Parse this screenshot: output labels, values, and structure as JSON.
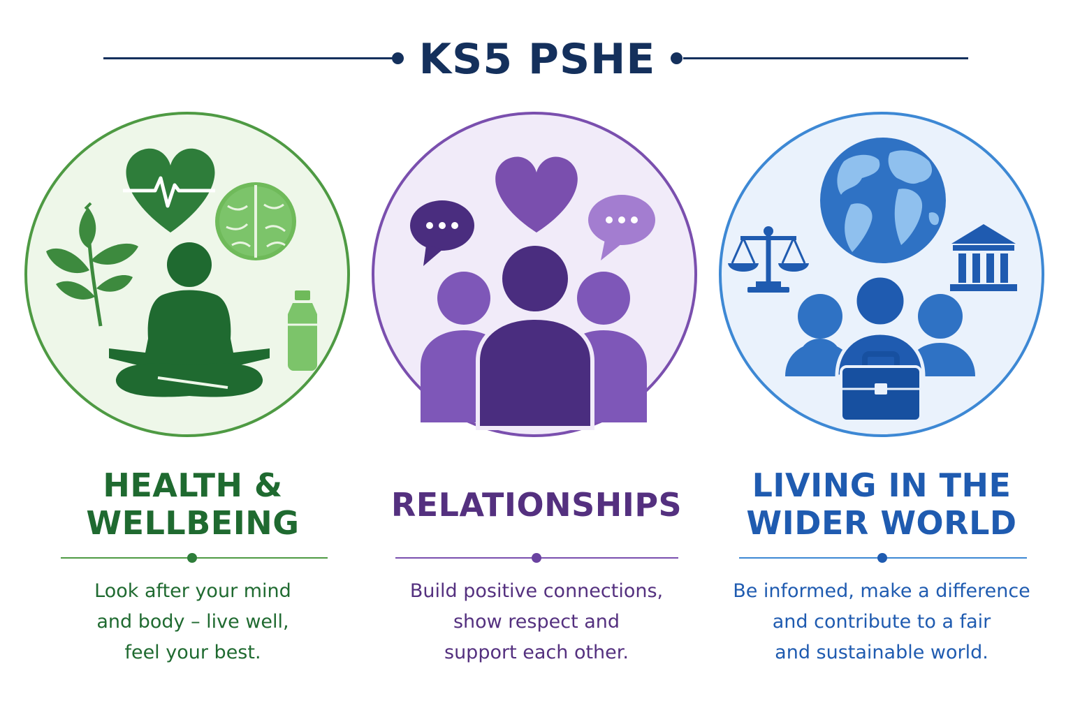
{
  "title": "KS5 PSHE",
  "colors": {
    "title": "#14305c",
    "health_accent": "#1f6a30",
    "relationships_accent": "#54307f",
    "world_accent": "#1f5bb0"
  },
  "sections": [
    {
      "key": "health",
      "heading_lines": [
        "HEALTH &",
        "WELLBEING"
      ],
      "description_lines": [
        "Look after your mind",
        "and body – live well,",
        "feel your best."
      ],
      "icons": [
        "heartbeat-heart-icon",
        "brain-icon",
        "leaf-plant-icon",
        "meditating-person-icon",
        "water-bottle-icon"
      ]
    },
    {
      "key": "relationships",
      "heading_lines": [
        "RELATIONSHIPS"
      ],
      "description_lines": [
        "Build positive connections,",
        "show respect and",
        "support each other."
      ],
      "icons": [
        "heart-icon",
        "speech-bubble-icon",
        "speech-bubble-icon",
        "group-of-people-icon"
      ]
    },
    {
      "key": "world",
      "heading_lines": [
        "LIVING IN THE",
        "WIDER WORLD"
      ],
      "description_lines": [
        "Be informed, make a difference",
        "and contribute to a fair",
        "and sustainable world."
      ],
      "icons": [
        "globe-icon",
        "scales-of-justice-icon",
        "government-building-icon",
        "group-of-people-icon",
        "briefcase-icon"
      ]
    }
  ]
}
